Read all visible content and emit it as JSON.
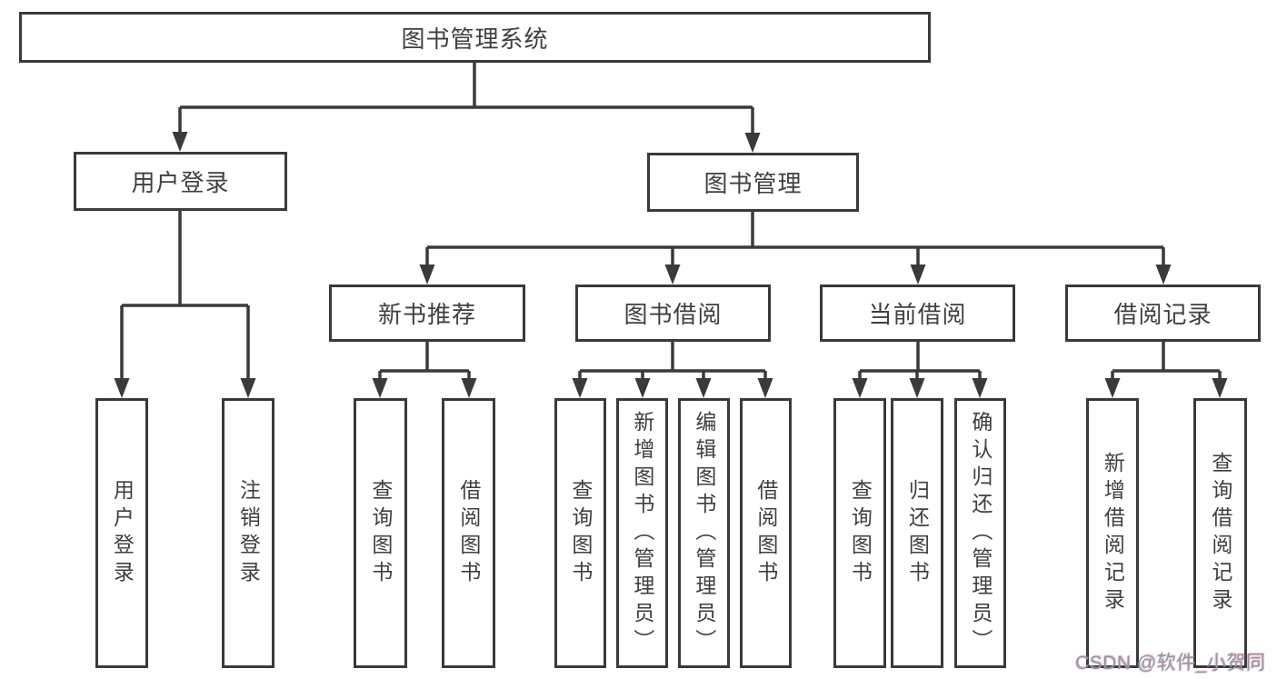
{
  "root": {
    "label": "图书管理系统"
  },
  "branches": [
    {
      "label": "用户登录",
      "children": [
        {
          "label": "用户登录"
        },
        {
          "label": "注销登录"
        }
      ]
    },
    {
      "label": "图书管理",
      "children": [
        {
          "label": "新书推荐",
          "children": [
            {
              "label": "查询图书"
            },
            {
              "label": "借阅图书"
            }
          ]
        },
        {
          "label": "图书借阅",
          "children": [
            {
              "label": "查询图书"
            },
            {
              "label": "新增图书（管理员）"
            },
            {
              "label": "编辑图书（管理员）"
            },
            {
              "label": "借阅图书"
            }
          ]
        },
        {
          "label": "当前借阅",
          "children": [
            {
              "label": "查询图书"
            },
            {
              "label": "归还图书"
            },
            {
              "label": "确认归还（管理员）"
            }
          ]
        },
        {
          "label": "借阅记录",
          "children": [
            {
              "label": "新增借阅记录"
            },
            {
              "label": "查询借阅记录"
            }
          ]
        }
      ]
    }
  ],
  "watermark": "CSDN @软件_小贺同学",
  "colors": {
    "line": "#3a3a3a",
    "box_border": "#3a3a3a",
    "text": "#3f3f3f",
    "watermark": "#97979b",
    "background": "#ffffff"
  }
}
